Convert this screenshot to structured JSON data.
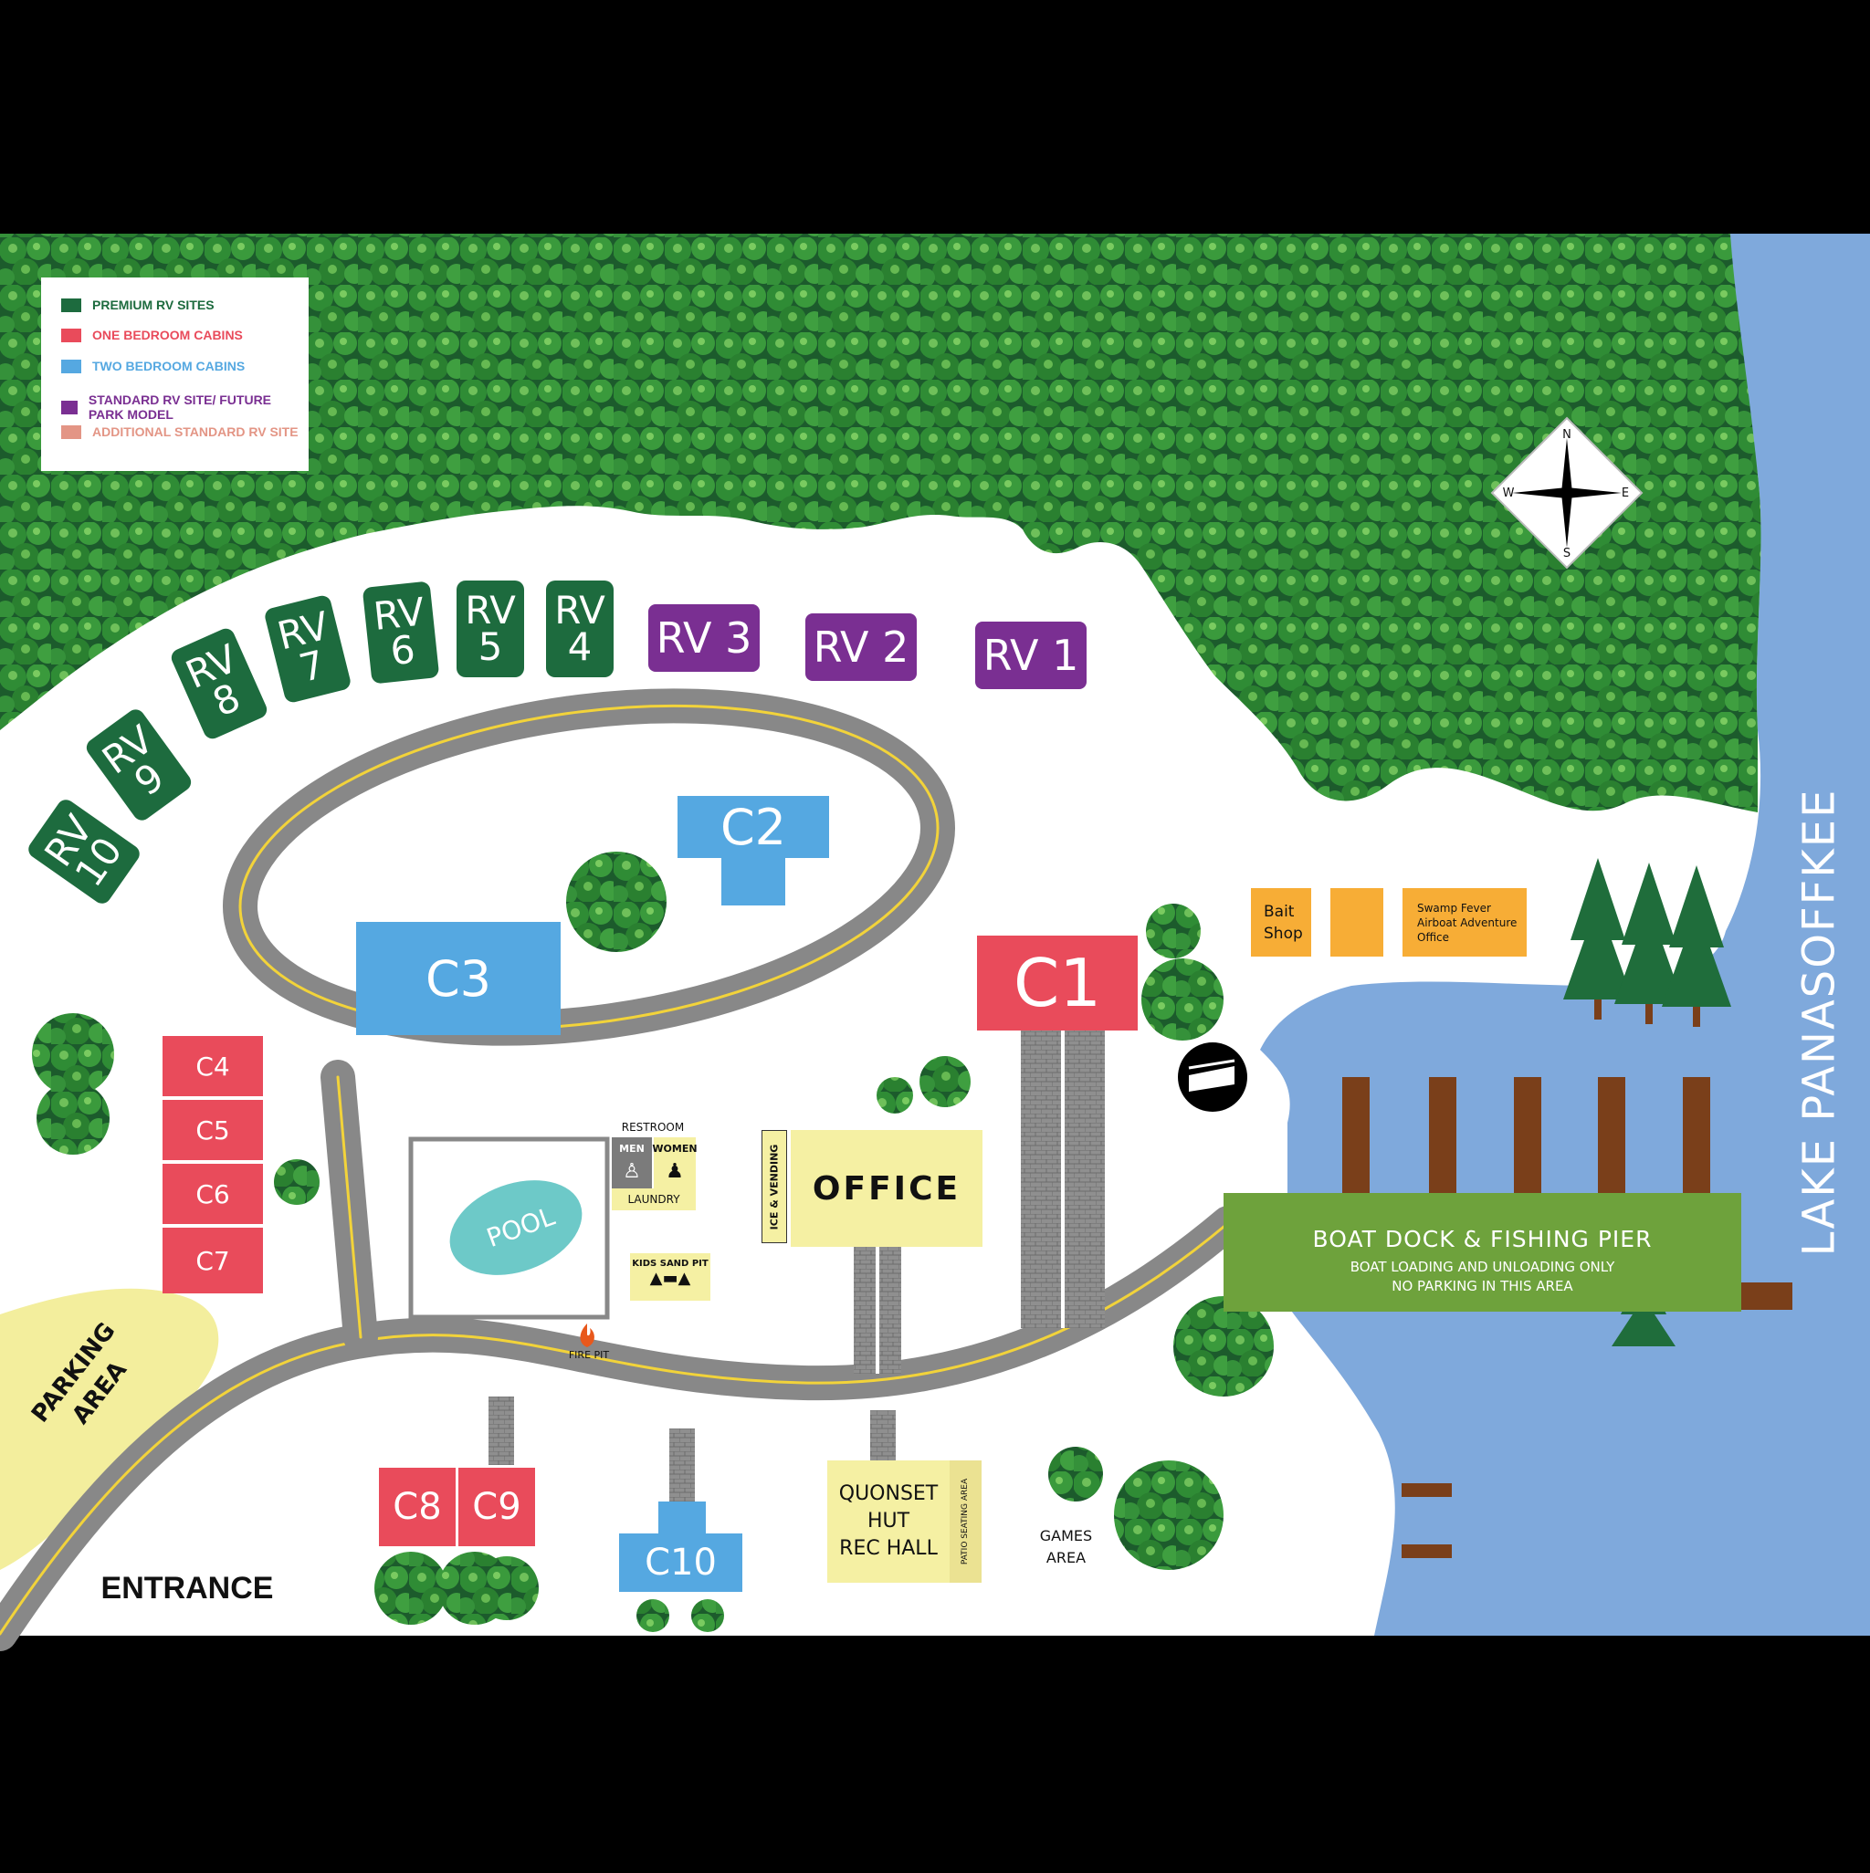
{
  "legend": {
    "items": [
      {
        "label": "PREMIUM RV SITES",
        "color": "#1d6b3e"
      },
      {
        "label": "ONE BEDROOM CABINS",
        "color": "#e94b5b"
      },
      {
        "label": "TWO BEDROOM CABINS",
        "color": "#55a8e1"
      },
      {
        "label": "STANDARD RV SITE/ FUTURE PARK MODEL",
        "color": "#7a2f92"
      },
      {
        "label": "ADDITIONAL STANDARD RV SITE",
        "color": "#e39585"
      }
    ]
  },
  "compass": {
    "n": "N",
    "s": "S",
    "e": "E",
    "w": "W"
  },
  "premium_rv": [
    "RV\n4",
    "RV\n5",
    "RV\n6",
    "RV\n7",
    "RV\n8",
    "RV\n9",
    "RV\n10"
  ],
  "standard_rv": [
    "RV 3",
    "RV 2",
    "RV 1"
  ],
  "cabins": {
    "c1": "C1",
    "c2": "C2",
    "c3": "C3",
    "c4": "C4",
    "c5": "C5",
    "c6": "C6",
    "c7": "C7",
    "c8": "C8",
    "c9": "C9",
    "c10": "C10"
  },
  "facilities": {
    "restroom": "RESTROOM",
    "men": "MEN",
    "women": "WOMEN",
    "laundry": "LAUNDRY",
    "pool": "POOL",
    "kids_sand_pit": "KIDS SAND PIT",
    "fire_pit": "FIRE PIT",
    "ice_vending": "ICE & VENDING",
    "office": "OFFICE",
    "quonset": "QUONSET\nHUT\nREC HALL",
    "patio": "PATIO SEATING AREA",
    "games": "GAMES\nAREA",
    "bait_shop": "Bait\nShop",
    "swamp_fever": "Swamp Fever\nAirboat Adventure\nOffice",
    "boat_dock_title": "BOAT DOCK & FISHING PIER",
    "boat_dock_sub": "BOAT LOADING AND UNLOADING ONLY\nNO PARKING IN THIS AREA",
    "parking": "PARKING\nAREA",
    "entrance": "ENTRANCE",
    "lake": "LAKE PANASOFFKEE"
  },
  "colors": {
    "background": "#000000",
    "ground": "#ffffff",
    "forest": "#2e8a34",
    "forest_dark": "#1c5b2c",
    "lake": "#7fa9dc",
    "road": "#888888",
    "road_line": "#f2d33a",
    "walkway": "#9a9a9a",
    "parking": "#f3ee9d",
    "facility_yellow": "#f5f0a3",
    "bait_orange": "#f7ad36",
    "dock_green": "#6ea23c",
    "pier_brown": "#7a3f1a"
  }
}
